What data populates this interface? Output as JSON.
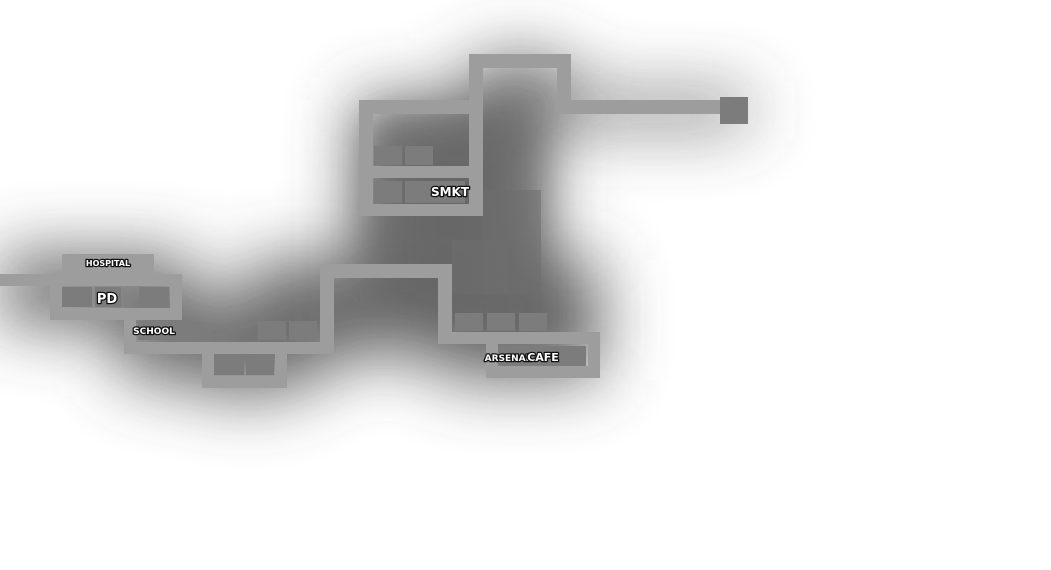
{
  "map": {
    "labels": {
      "hospital": "HOSPITAL",
      "pd": "PD",
      "school": "SCHOOL",
      "smkt": "SMKT",
      "arsenal": "ARSENAL",
      "cafe": "CAFE"
    },
    "colors": {
      "background": "#ffffff",
      "road": "#9d9d9d",
      "building": "#7c7c7c",
      "label_fill": "#ffffff",
      "label_stroke": "#111111"
    }
  }
}
